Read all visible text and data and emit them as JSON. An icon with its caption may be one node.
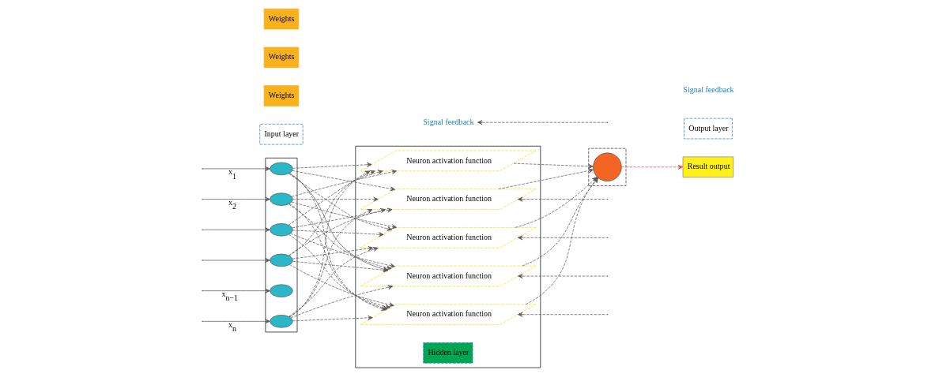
{
  "diagram": {
    "nodes": [
      {
        "text": [],
        "shape": "box"
      },
      {
        "text": [],
        "shape": "ellipse",
        "in": 0
      },
      {
        "text": [],
        "shape": "ellipse",
        "in": 0
      },
      {
        "text": [],
        "shape": "ellipse",
        "in": 0
      },
      {
        "text": [],
        "shape": "ellipse",
        "in": 0
      },
      {
        "text": [],
        "shape": "ellipse",
        "in": 0
      },
      {
        "text": [],
        "shape": "ellipse",
        "in": 0
      },
      {
        "text": [
          "Input layer"
        ]
      },
      {
        "text": [
          "Weights"
        ]
      },
      {
        "text": [
          "Weights"
        ]
      },
      {
        "text": [
          "Weights"
        ]
      },
      {
        "text": [],
        "shape": "box"
      },
      {
        "text": [
          "Neuron activation function"
        ],
        "in": 11
      },
      {
        "text": [
          "Neuron activation function"
        ],
        "in": 11
      },
      {
        "text": [
          "Neuron activation function"
        ],
        "in": 11
      },
      {
        "text": [
          "Neuron activation function"
        ],
        "in": 11
      },
      {
        "text": [
          "Neuron activation function"
        ],
        "in": 11
      },
      {
        "text": [
          "Hidden layer"
        ],
        "in": 11
      },
      {
        "text": [
          "Signal feedback"
        ]
      },
      {
        "text": [],
        "shape": "box"
      },
      {
        "text": [],
        "shape": "circle",
        "in": 19
      },
      {
        "text": [
          "Output layer"
        ]
      },
      {
        "text": [
          "Result output"
        ]
      }
    ],
    "edges": [
      {
        "from": null,
        "to": 1,
        "arrow": "to",
        "label": "x$_{1}$"
      },
      {
        "from": null,
        "to": 2,
        "arrow": "to",
        "label": "x$_{2}$"
      },
      {
        "from": null,
        "to": 3,
        "arrow": "to"
      },
      {
        "from": null,
        "to": 4,
        "arrow": "to"
      },
      {
        "from": null,
        "to": 5,
        "arrow": "to",
        "label": "x$_{n−1}$"
      },
      {
        "from": null,
        "to": 6,
        "arrow": "to",
        "label": "x$_{n}$"
      },
      {
        "from": 1,
        "to": 12,
        "arrow": "to",
        "style": "dashed"
      },
      {
        "from": 1,
        "to": 13,
        "arrow": "to",
        "style": "dashed"
      },
      {
        "from": 1,
        "to": 14,
        "arrow": "to"
      },
      {
        "from": 1,
        "to": 15,
        "arrow": "to",
        "style": "dashed"
      },
      {
        "from": 1,
        "to": 16,
        "arrow": "to",
        "style": "dashed"
      },
      {
        "from": 2,
        "to": 12,
        "arrow": "to",
        "style": "dashed"
      },
      {
        "from": 2,
        "to": 13,
        "arrow": "to",
        "style": "dashed"
      },
      {
        "from": 2,
        "to": 14,
        "arrow": "to",
        "style": "dashed"
      },
      {
        "from": 2,
        "to": 15,
        "arrow": "to",
        "style": "dashed"
      },
      {
        "from": 2,
        "to": 16,
        "arrow": "to",
        "style": "dashed"
      },
      {
        "from": 3,
        "to": 12,
        "arrow": "to",
        "style": "dashed"
      },
      {
        "from": 3,
        "to": 13,
        "arrow": "to",
        "style": "dashed"
      },
      {
        "from": 3,
        "to": 14,
        "arrow": "to",
        "style": "dashed"
      },
      {
        "from": 3,
        "to": 15,
        "arrow": "to",
        "style": "dashed"
      },
      {
        "from": 3,
        "to": 16,
        "arrow": "to",
        "style": "dashed"
      },
      {
        "from": 4,
        "to": 12,
        "arrow": "to",
        "style": "dashed"
      },
      {
        "from": 4,
        "to": 13,
        "arrow": "to",
        "style": "dashed"
      },
      {
        "from": 4,
        "to": 14,
        "arrow": "to",
        "style": "dashed"
      },
      {
        "from": 4,
        "to": 15,
        "arrow": "to",
        "style": "dashed"
      },
      {
        "from": 4,
        "to": 16,
        "arrow": "to",
        "style": "dashed"
      },
      {
        "from": 6,
        "to": 12,
        "arrow": "to",
        "style": "dashed"
      },
      {
        "from": 6,
        "to": 13,
        "arrow": "to",
        "style": "dashed"
      },
      {
        "from": 6,
        "to": 14,
        "arrow": "to",
        "style": "dashed"
      },
      {
        "from": 6,
        "to": 15,
        "arrow": "to",
        "style": "dashed"
      },
      {
        "from": 6,
        "to": 16,
        "arrow": "to",
        "style": "dashed"
      },
      {
        "from": 12,
        "to": 20,
        "arrow": "to",
        "style": "dashed"
      },
      {
        "from": 13,
        "to": 20,
        "arrow": "to",
        "style": "dashed"
      },
      {
        "from": 14,
        "to": 20,
        "arrow": "to",
        "style": "dashed"
      },
      {
        "from": 15,
        "to": 20,
        "arrow": "to",
        "style": "dashed"
      },
      {
        "from": 16,
        "to": 20,
        "arrow": "to",
        "style": "dashed"
      },
      {
        "from": null,
        "to": 12,
        "arrow": "to",
        "style": "dashed"
      },
      {
        "from": null,
        "to": 13,
        "arrow": "to",
        "style": "dashed"
      },
      {
        "from": null,
        "to": 14,
        "arrow": "to",
        "style": "dashed"
      },
      {
        "from": null,
        "to": 15,
        "arrow": "to",
        "style": "dashed"
      },
      {
        "from": null,
        "to": 18,
        "arrow": "to",
        "style": "dashed"
      },
      {
        "from": 20,
        "to": 22,
        "arrow": "to",
        "style": "dashed",
        "color": "#e8432a"
      }
    ],
    "labels": [
      "Signal feedback"
    ]
  }
}
